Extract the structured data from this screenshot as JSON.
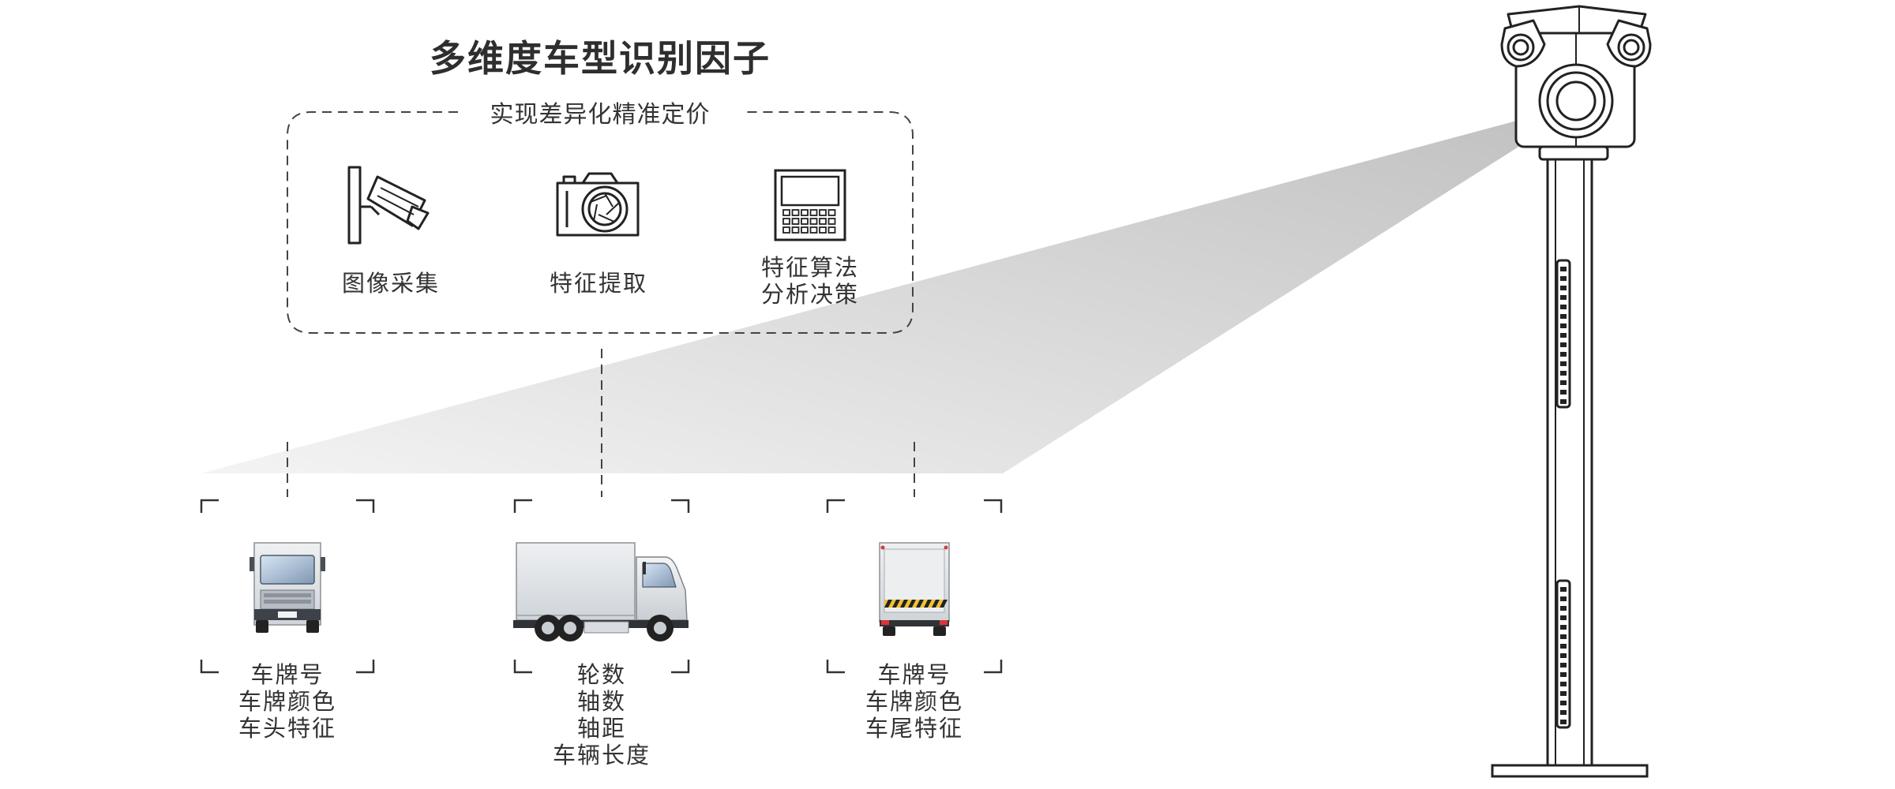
{
  "title": "多维度车型识别因子",
  "subtitle": "实现差异化精准定价",
  "steps": [
    {
      "icon": "surveillance-camera-icon",
      "label_lines": [
        "图像采集"
      ]
    },
    {
      "icon": "camera-icon",
      "label_lines": [
        "特征提取"
      ]
    },
    {
      "icon": "terminal-icon",
      "label_lines": [
        "特征算法",
        "分析决策"
      ]
    }
  ],
  "vehicles": [
    {
      "view": "front",
      "label_lines": [
        "车牌号",
        "车牌颜色",
        "车头特征"
      ]
    },
    {
      "view": "side",
      "label_lines": [
        "轮数",
        "轴数",
        "轴距",
        "车辆长度"
      ]
    },
    {
      "view": "rear",
      "label_lines": [
        "车牌号",
        "车牌颜色",
        "车尾特征"
      ]
    }
  ],
  "colors": {
    "line": "#333333",
    "beam": "#c8c8c8",
    "truck_box": "#dfe3e7",
    "hazard_yellow": "#f2c230"
  }
}
